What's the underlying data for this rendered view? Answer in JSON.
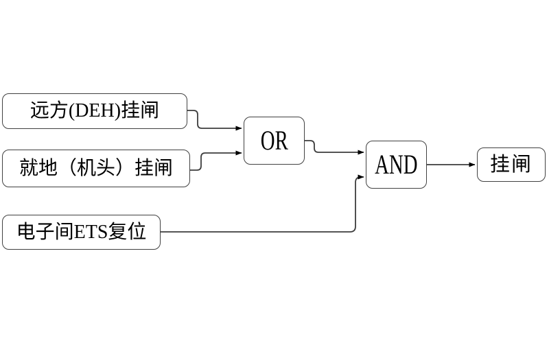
{
  "theme": {
    "background": "#ffffff",
    "node_border": "#404040",
    "node_fill": "#ffffff",
    "connector": "#3c3c3c",
    "arrowhead": "#000000",
    "text": "#000000"
  },
  "nodes": {
    "input_remote": {
      "label": "远方(DEH)挂闸"
    },
    "input_local": {
      "label": "就地（机头）挂闸"
    },
    "input_ets_reset": {
      "label": "电子间ETS复位"
    },
    "gate_or": {
      "label": "OR"
    },
    "gate_and": {
      "label": "AND"
    },
    "output": {
      "label": "挂闸"
    }
  },
  "connections": [
    {
      "from": "input_remote",
      "to": "gate_or"
    },
    {
      "from": "input_local",
      "to": "gate_or"
    },
    {
      "from": "gate_or",
      "to": "gate_and"
    },
    {
      "from": "input_ets_reset",
      "to": "gate_and"
    },
    {
      "from": "gate_and",
      "to": "output"
    }
  ]
}
